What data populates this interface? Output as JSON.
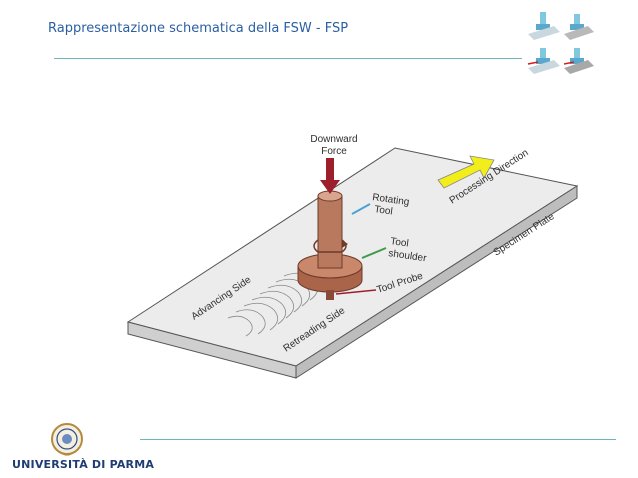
{
  "slide": {
    "title": "Rappresentazione schematica della FSW - FSP"
  },
  "diagram": {
    "labels": {
      "downward_force_line1": "Downward",
      "downward_force_line2": "Force",
      "rotating_tool_line1": "Rotating",
      "rotating_tool_line2": "Tool",
      "tool_shoulder_line1": "Tool",
      "tool_shoulder_line2": "shoulder",
      "tool_probe": "Tool Probe",
      "advancing_side": "Advancing Side",
      "retreading_side": "Retreading Side",
      "processing_direction": "Processing Direction",
      "specimen_plate": "Specimen Plate"
    },
    "colors": {
      "plate_top": "#ececec",
      "tool_body": "#b8795f",
      "force_arrow": "#9c1f2b",
      "direction_arrow": "#f2ee1a",
      "rotating_pointer": "#4aa3d6",
      "shoulder_pointer": "#3f9a4a",
      "probe_pointer": "#9c1f2b"
    }
  },
  "footer": {
    "university": "UNIVERSITÀ DI PARMA"
  },
  "icons": {
    "top_right": "tool-thumbnails-icon",
    "logo": "university-seal-logo"
  }
}
